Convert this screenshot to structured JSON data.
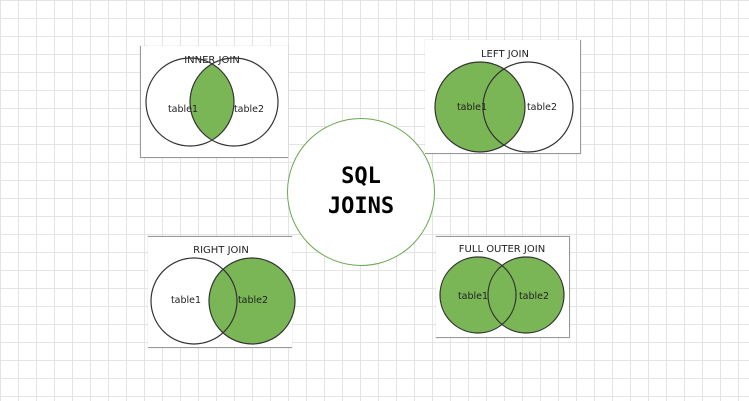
{
  "colors": {
    "fill": "#7ab655",
    "stroke": "#333333",
    "center_border": "#6aa84f"
  },
  "center": {
    "line1": "SQL",
    "line2": "JOINS"
  },
  "panels": {
    "inner": {
      "title": "INNER JOIN",
      "left": "table1",
      "right": "table2"
    },
    "left": {
      "title": "LEFT JOIN",
      "left": "table1",
      "right": "table2"
    },
    "right": {
      "title": "RIGHT JOIN",
      "left": "table1",
      "right": "table2"
    },
    "full": {
      "title": "FULL OUTER JOIN",
      "left": "table1",
      "right": "table2"
    }
  }
}
